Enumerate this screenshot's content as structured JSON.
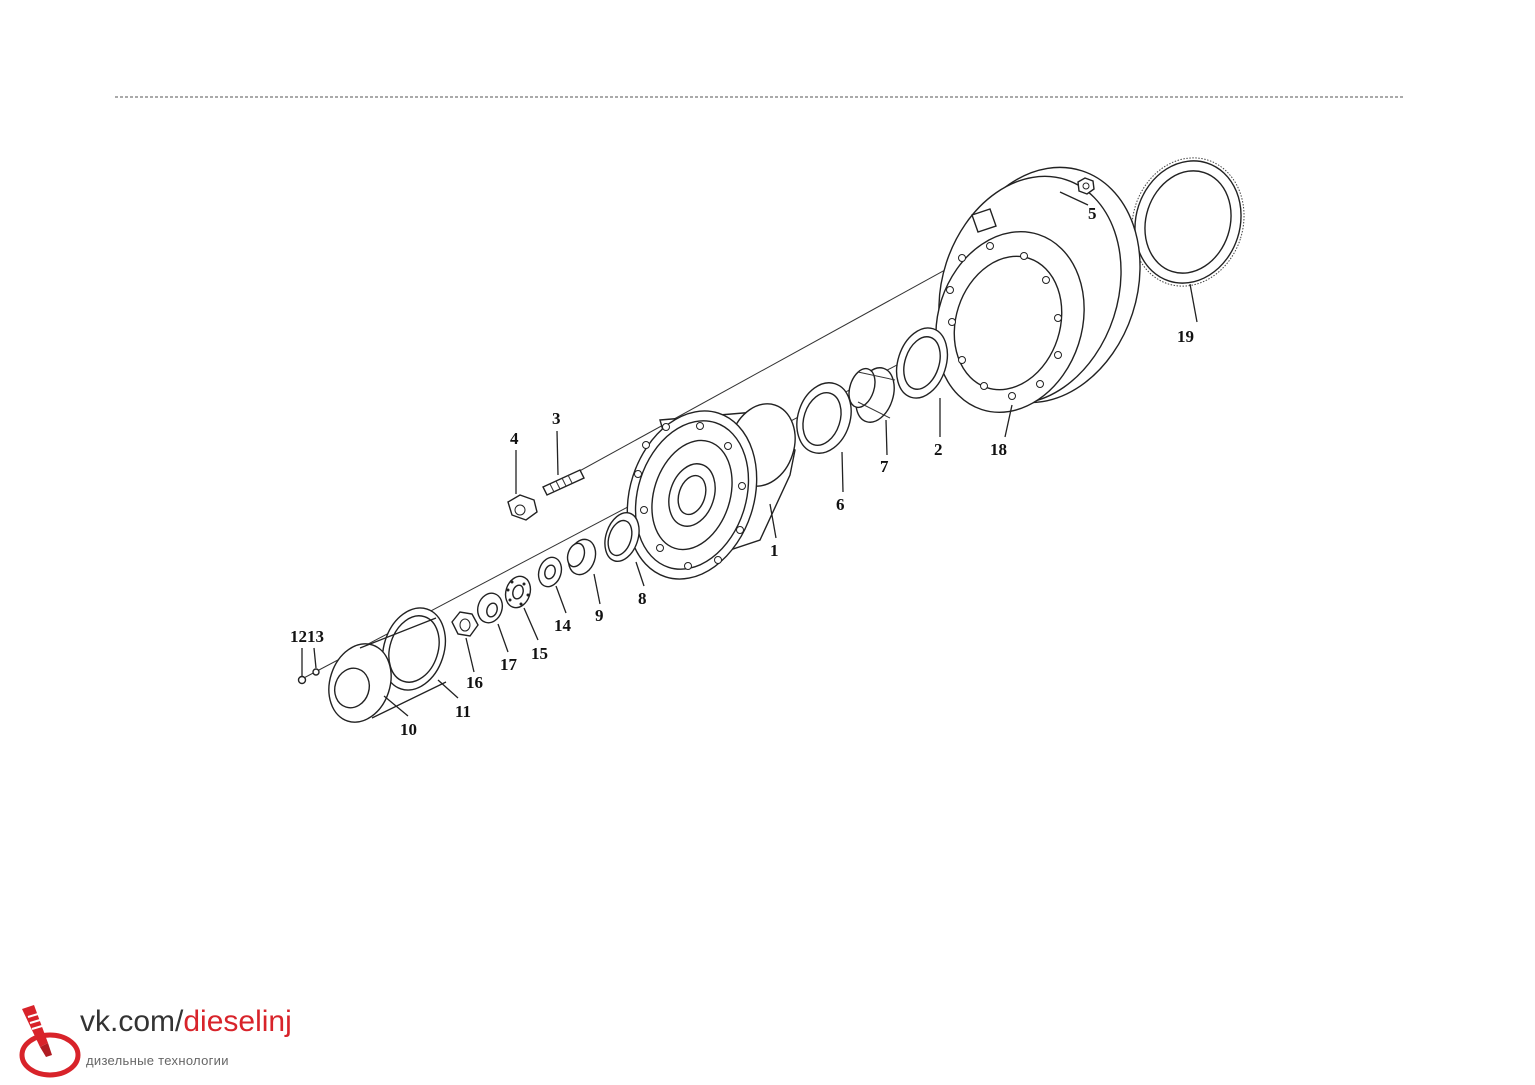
{
  "diagram": {
    "part_labels": {
      "p1": "1",
      "p2": "2",
      "p3": "3",
      "p4": "4",
      "p5": "5",
      "p6": "6",
      "p7": "7",
      "p8": "8",
      "p9": "9",
      "p10": "10",
      "p11": "11",
      "p12_13": "1213",
      "p14": "14",
      "p15": "15",
      "p16": "16",
      "p17": "17",
      "p18": "18",
      "p19": "19"
    }
  },
  "watermark": {
    "url_prefix": "vk.com/",
    "url_name": "dieselinj",
    "subtitle": "дизельные технологии",
    "brand_color": "#d8232a",
    "logo_icon": "injector-logo-icon"
  }
}
